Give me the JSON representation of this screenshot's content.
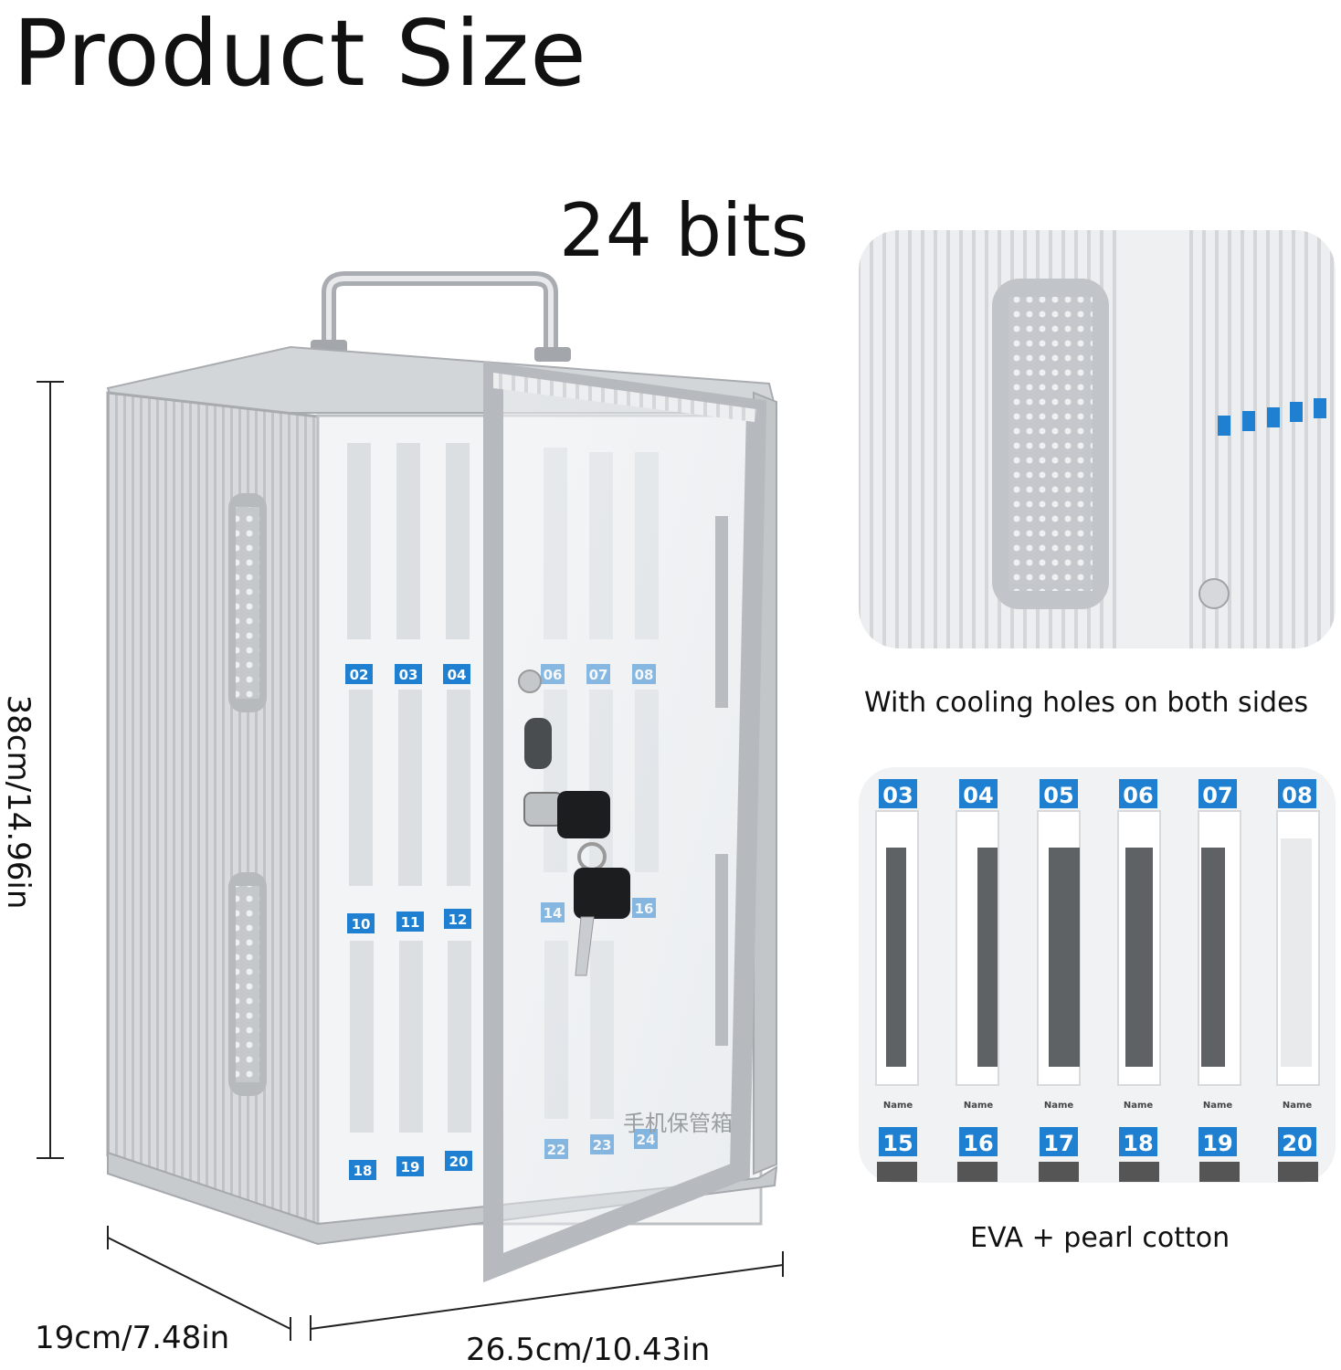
{
  "title": "Product Size",
  "subtitle": "24 bits",
  "dimensions": {
    "height": "38cm/14.96in",
    "depth": "19cm/7.48in",
    "width": "26.5cm/10.43in"
  },
  "features": [
    {
      "caption": "With cooling holes on both sides"
    },
    {
      "caption": "EVA + pearl cotton"
    }
  ],
  "slot_labels_main": [
    "02",
    "03",
    "04",
    "06",
    "07",
    "08",
    "10",
    "11",
    "12",
    "14",
    "16",
    "18",
    "19",
    "20",
    "22",
    "23",
    "24"
  ],
  "slot_labels_top": [
    "03",
    "04",
    "05",
    "06",
    "07",
    "08"
  ],
  "slot_labels_bottom": [
    "15",
    "16",
    "17",
    "18",
    "19",
    "20"
  ],
  "slot_name_label": "Name",
  "box_text": "手机保管箱",
  "colors": {
    "label_blue": "#1f7fd0",
    "aluminium": "#c9ccd0",
    "frame": "#b9bcc0"
  }
}
